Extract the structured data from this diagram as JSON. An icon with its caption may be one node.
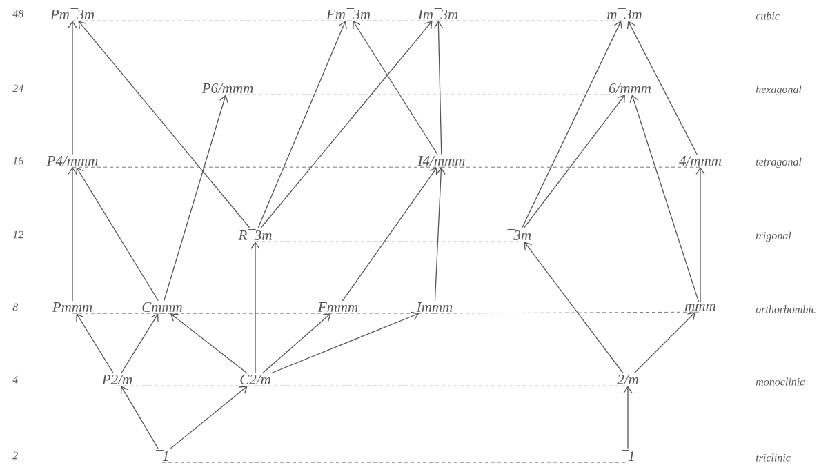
{
  "diagram": {
    "nodes": [
      {
        "text": [
          "Pm¯3m"
        ]
      },
      {
        "text": [
          "Fm¯3m"
        ]
      },
      {
        "text": [
          "Im¯3m"
        ]
      },
      {
        "text": [
          "m¯3m"
        ]
      },
      {
        "text": [
          "P6/mmm"
        ]
      },
      {
        "text": [
          "6/mmm"
        ]
      },
      {
        "text": [
          "P4/mmm"
        ]
      },
      {
        "text": [
          "I4/mmm"
        ]
      },
      {
        "text": [
          "4/mmm"
        ]
      },
      {
        "text": [
          "R¯3m"
        ]
      },
      {
        "text": [
          "¯3m"
        ]
      },
      {
        "text": [
          "Pmmm"
        ]
      },
      {
        "text": [
          "Cmmm"
        ]
      },
      {
        "text": [
          "Fmmm"
        ]
      },
      {
        "text": [
          "Immm"
        ]
      },
      {
        "text": [
          "mmm"
        ]
      },
      {
        "text": [
          "P2/m"
        ]
      },
      {
        "text": [
          "C2/m"
        ]
      },
      {
        "text": [
          "2/m"
        ]
      },
      {
        "text": [
          "¯1"
        ]
      },
      {
        "text": [
          "¯1"
        ]
      }
    ],
    "edges": [
      {
        "from": 19,
        "to": 16,
        "arrow": "to"
      },
      {
        "from": 19,
        "to": 17,
        "arrow": "to"
      },
      {
        "from": 20,
        "to": 18,
        "arrow": "to"
      },
      {
        "from": 16,
        "to": 11,
        "arrow": "to"
      },
      {
        "from": 16,
        "to": 12,
        "arrow": "to"
      },
      {
        "from": 17,
        "to": 12,
        "arrow": "to"
      },
      {
        "from": 17,
        "to": 9,
        "arrow": "to"
      },
      {
        "from": 17,
        "to": 13,
        "arrow": "to"
      },
      {
        "from": 17,
        "to": 14,
        "arrow": "to"
      },
      {
        "from": 18,
        "to": 10,
        "arrow": "to"
      },
      {
        "from": 18,
        "to": 15,
        "arrow": "to"
      },
      {
        "from": 11,
        "to": 6,
        "arrow": "to"
      },
      {
        "from": 12,
        "to": 6,
        "arrow": "to"
      },
      {
        "from": 12,
        "to": 4,
        "arrow": "to"
      },
      {
        "from": 13,
        "to": 7,
        "arrow": "to"
      },
      {
        "from": 14,
        "to": 7,
        "arrow": "to"
      },
      {
        "from": 15,
        "to": 8,
        "arrow": "to"
      },
      {
        "from": 15,
        "to": 5,
        "arrow": "to"
      },
      {
        "from": 9,
        "to": 0,
        "arrow": "to"
      },
      {
        "from": 9,
        "to": 1,
        "arrow": "to"
      },
      {
        "from": 9,
        "to": 2,
        "arrow": "to"
      },
      {
        "from": 10,
        "to": 3,
        "arrow": "to"
      },
      {
        "from": 10,
        "to": 5,
        "arrow": "to"
      },
      {
        "from": 6,
        "to": 0,
        "arrow": "to"
      },
      {
        "from": 7,
        "to": 2,
        "arrow": "to"
      },
      {
        "from": 7,
        "to": 1,
        "arrow": "to"
      },
      {
        "from": 8,
        "to": 3,
        "arrow": "to"
      },
      {
        "from": 0,
        "to": 1,
        "arrow": "none",
        "style": "dashed"
      },
      {
        "from": 1,
        "to": 2,
        "arrow": "none",
        "style": "dashed"
      },
      {
        "from": 2,
        "to": 3,
        "arrow": "none",
        "style": "dashed"
      },
      {
        "from": 4,
        "to": 5,
        "arrow": "none",
        "style": "dashed"
      },
      {
        "from": 6,
        "to": 7,
        "arrow": "none",
        "style": "dashed"
      },
      {
        "from": 7,
        "to": 8,
        "arrow": "none",
        "style": "dashed"
      },
      {
        "from": 9,
        "to": 10,
        "arrow": "none",
        "style": "dashed"
      },
      {
        "from": 11,
        "to": 12,
        "arrow": "none",
        "style": "dashed"
      },
      {
        "from": 12,
        "to": 13,
        "arrow": "none",
        "style": "dashed"
      },
      {
        "from": 13,
        "to": 14,
        "arrow": "none",
        "style": "dashed"
      },
      {
        "from": 14,
        "to": 15,
        "arrow": "none",
        "style": "dashed"
      },
      {
        "from": 16,
        "to": 17,
        "arrow": "none",
        "style": "dashed"
      },
      {
        "from": 17,
        "to": 18,
        "arrow": "none",
        "style": "dashed"
      },
      {
        "from": 19,
        "to": 20,
        "arrow": "none",
        "style": "dashed"
      }
    ],
    "labels": [
      "48",
      "cubic",
      "24",
      "hexagonal",
      "16",
      "tetragonal",
      "12",
      "trigonal",
      "8",
      "orthorhombic",
      "4",
      "monoclinic",
      "2",
      "triclinic"
    ]
  }
}
